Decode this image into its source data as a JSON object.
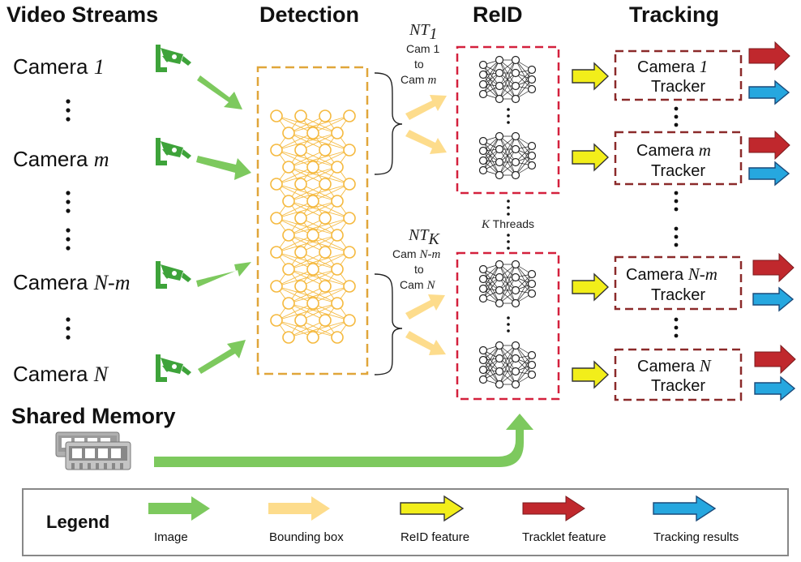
{
  "headers": {
    "video_streams": "Video Streams",
    "detection": "Detection",
    "reid": "ReID",
    "tracking": "Tracking",
    "shared_memory": "Shared Memory"
  },
  "cameras": [
    {
      "prefix": "Camera ",
      "id": "1"
    },
    {
      "prefix": "Camera ",
      "id": "m"
    },
    {
      "prefix": "Camera ",
      "id": "N-m"
    },
    {
      "prefix": "Camera ",
      "id": "N"
    }
  ],
  "threads": [
    {
      "nt": "NT",
      "sub": "1",
      "line1": "Cam 1",
      "to": "to",
      "line3_prefix": "Cam ",
      "line3_var": "m"
    },
    {
      "nt": "NT",
      "sub": "K",
      "line1_prefix": "Cam ",
      "line1_var": "N-m",
      "to": "to",
      "line3_prefix": "Cam ",
      "line3_var": "N"
    }
  ],
  "k_threads": {
    "var": "K",
    "text": " Threads"
  },
  "trackers": [
    {
      "prefix": "Camera ",
      "id": "1",
      "label": "Tracker"
    },
    {
      "prefix": "Camera ",
      "id": "m",
      "label": "Tracker"
    },
    {
      "prefix": "Camera ",
      "id": "N-m",
      "label": "Tracker"
    },
    {
      "prefix": "Camera ",
      "id": "N",
      "label": "Tracker"
    }
  ],
  "legend": {
    "title": "Legend",
    "items": [
      "Image",
      "Bounding box",
      "ReID feature",
      "Tracklet feature",
      "Tracking results"
    ]
  },
  "colors": {
    "image": "#7dc95e",
    "bounding_box": "#fddc8c",
    "reid_feature": "#f2ee1a",
    "tracklet_feature": "#c0282d",
    "tracking_results": "#26a7df",
    "detection_border": "#e0a63a",
    "reid_border": "#d4213d",
    "tracker_border": "#8b2a2a",
    "net_node": "#f5b93e",
    "camera_icon": "#3ea33a"
  }
}
